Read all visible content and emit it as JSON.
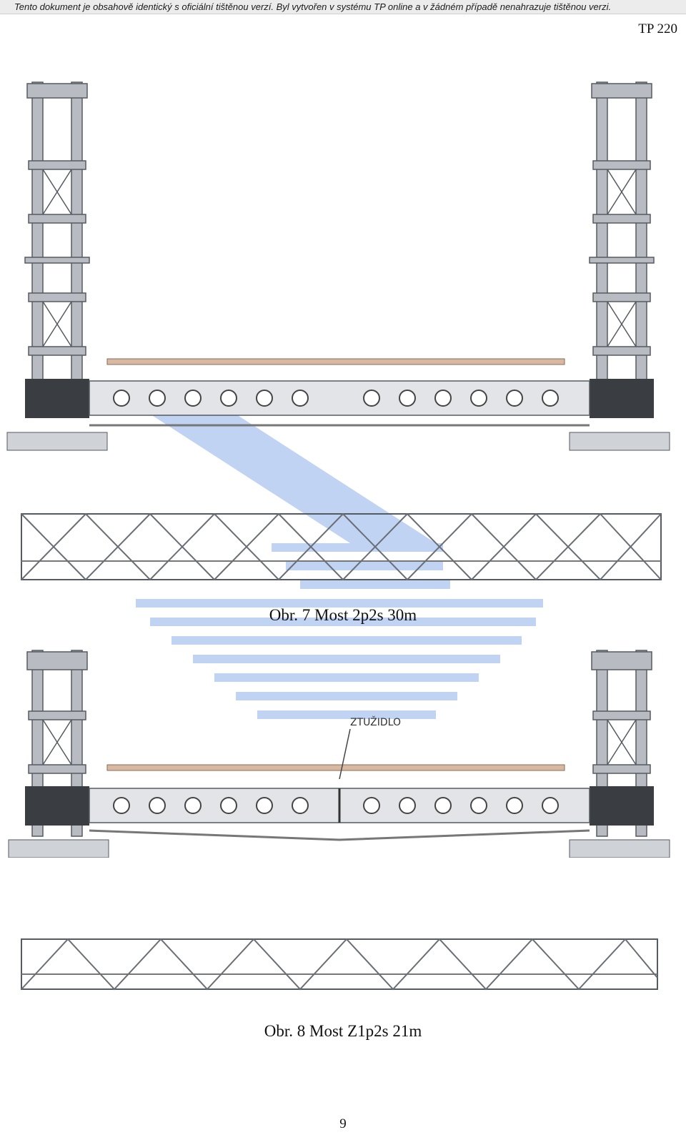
{
  "header": {
    "notice": "Tento dokument je obsahově identický s oficiální tištěnou verzí. Byl vytvořen v systému TP online a v žádném případě nenahrazuje tištěnou verzi."
  },
  "document": {
    "id": "TP 220",
    "page_number": "9"
  },
  "figures": [
    {
      "caption": "Obr. 7 Most 2p2s 30m"
    },
    {
      "caption": "Obr. 8 Most Z1p2s 21m",
      "annotation": "ZTUŽIDLO"
    }
  ],
  "colors": {
    "steel": "#b8bcc2",
    "steel_dark": "#5a5f66",
    "deck": "#d8b8a0",
    "watermark": "#7f9fe0"
  }
}
